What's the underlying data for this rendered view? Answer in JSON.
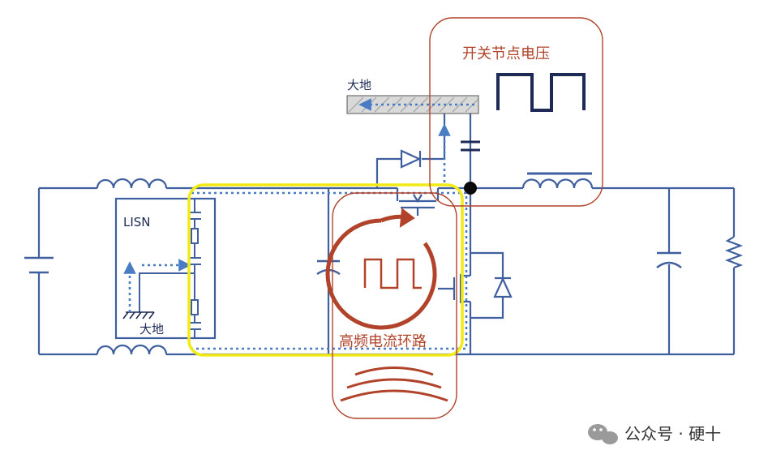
{
  "labels": {
    "ground_top": "大地",
    "switch_node_voltage": "开关节点电压",
    "lisn": "LISN",
    "ground_lisn": "大地",
    "hf_current_loop": "高频电流环路",
    "watermark": "公众号 · 硬十"
  },
  "icons": {
    "watermark_logo": "wechat-icon"
  },
  "colors": {
    "wire": "#3f5f9e",
    "dashed_path": "#4a7cc4",
    "highlight": "#f2ea14",
    "callout": "#b0432a",
    "waveform": "#1c2a55",
    "ground_plane": "#d9d9d9"
  }
}
